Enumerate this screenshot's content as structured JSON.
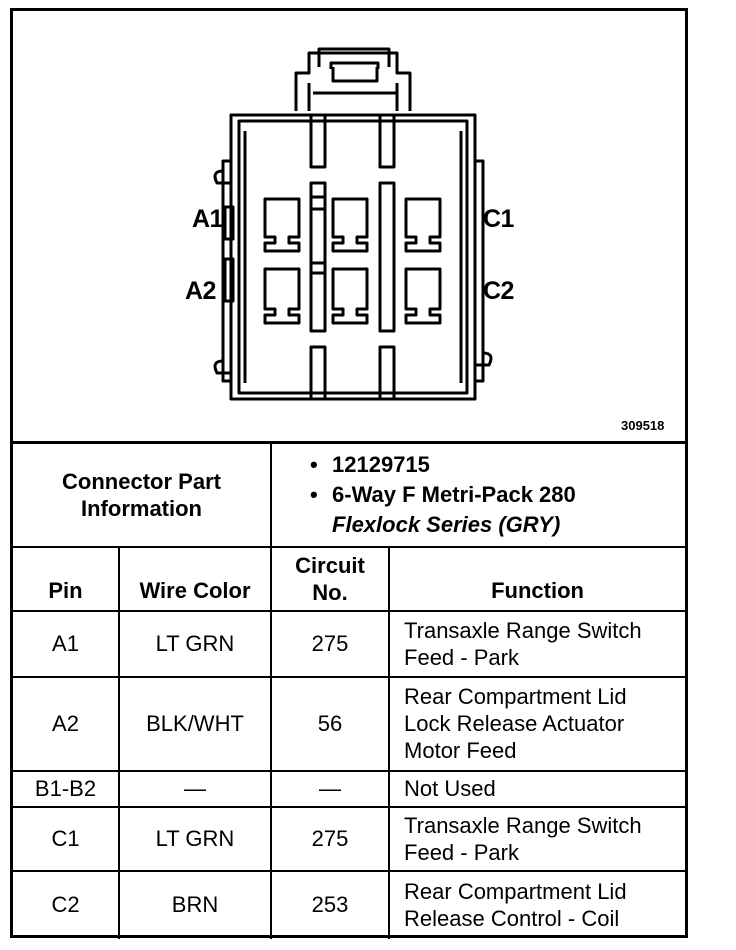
{
  "diagram": {
    "figure_number": "309518",
    "pin_labels": {
      "a1": "A1",
      "a2": "A2",
      "c1": "C1",
      "c2": "C2"
    }
  },
  "connector_info": {
    "label": "Connector Part\nInformation",
    "part_number": "12129715",
    "description_line1": "6-Way F Metri-Pack 280",
    "description_line2": "Flexlock Series (GRY)",
    "bullet": "•"
  },
  "headers": {
    "pin": "Pin",
    "wire_color": "Wire Color",
    "circuit": "Circuit\nNo.",
    "function": "Function"
  },
  "rows": [
    {
      "pin": "A1",
      "wire_color": "LT GRN",
      "circuit": "275",
      "function": "Transaxle Range Switch\nFeed - Park"
    },
    {
      "pin": "A2",
      "wire_color": "BLK/WHT",
      "circuit": "56",
      "function": "Rear Compartment Lid\nLock Release Actuator\nMotor Feed"
    },
    {
      "pin": "B1-B2",
      "wire_color": "—",
      "circuit": "—",
      "function": "Not Used"
    },
    {
      "pin": "C1",
      "wire_color": "LT GRN",
      "circuit": "275",
      "function": "Transaxle Range Switch\nFeed - Park"
    },
    {
      "pin": "C2",
      "wire_color": "BRN",
      "circuit": "253",
      "function": "Rear Compartment Lid\nRelease Control - Coil"
    }
  ]
}
